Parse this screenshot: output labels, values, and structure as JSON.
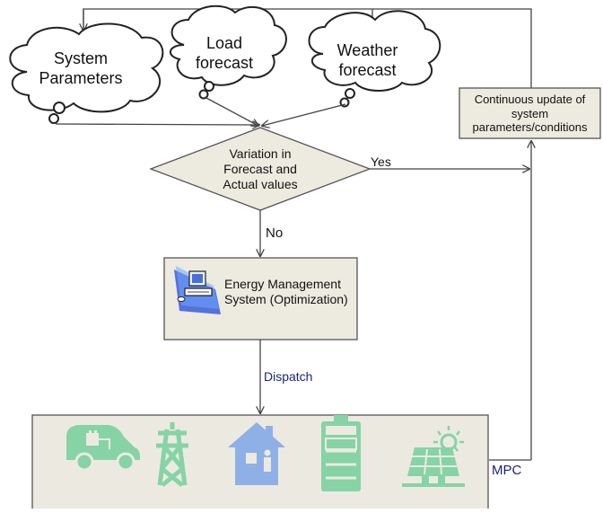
{
  "clouds": {
    "system_parameters": [
      "System",
      "Parameters"
    ],
    "load_forecast": [
      "Load",
      "forecast"
    ],
    "weather_forecast": [
      "Weather",
      "forecast"
    ]
  },
  "decision": [
    "Variation in",
    "Forecast and",
    "Actual values"
  ],
  "update_box": [
    "Continuous update of",
    "system",
    "parameters/conditions"
  ],
  "ems_box": [
    "Energy Management",
    "System (Optimization)"
  ],
  "edges": {
    "yes": "Yes",
    "no": "No",
    "dispatch": "Dispatch",
    "mpc": "MPC"
  },
  "assets": [
    {
      "name": "electric-vehicle-icon"
    },
    {
      "name": "transmission-tower-icon"
    },
    {
      "name": "house-icon"
    },
    {
      "name": "battery-icon"
    },
    {
      "name": "solar-panel-icon"
    }
  ],
  "colors": {
    "box_fill": "#edeae0",
    "asset_fill": "#eceae0",
    "asset_green": "#86d3a6",
    "asset_blue": "#8fb0e6",
    "label_blue": "#1a237e",
    "line": "#444444"
  }
}
